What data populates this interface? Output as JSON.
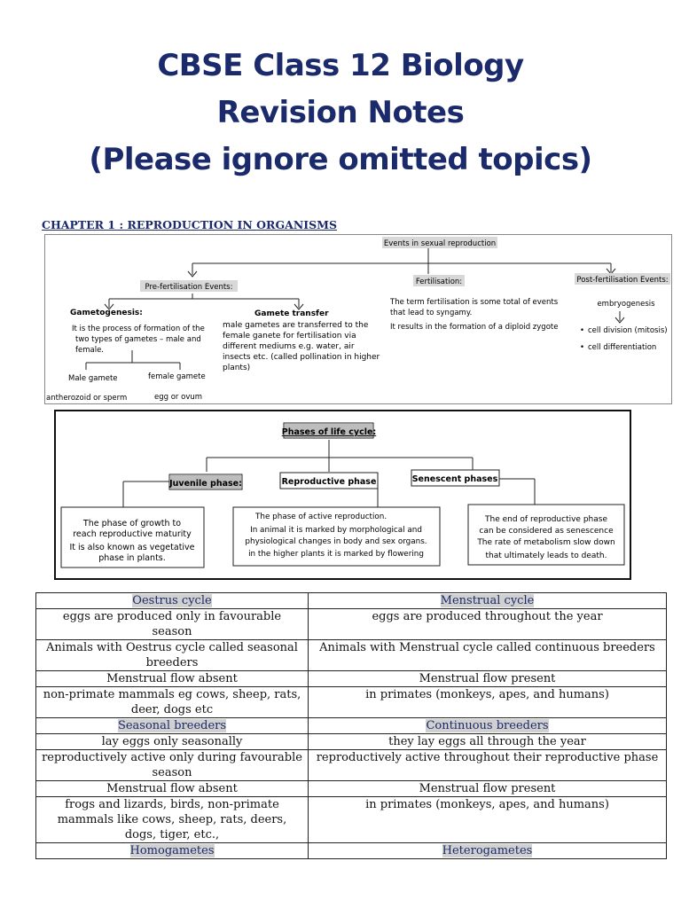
{
  "title": {
    "line1": "CBSE Class 12 Biology",
    "line2": "Revision Notes",
    "line3": "(Please ignore omitted topics)"
  },
  "chapter_heading": "CHAPTER 1 : REPRODUCTION IN ORGANISMS",
  "diagram1": {
    "root": "Events in sexual reproduction",
    "pre": {
      "label": "Pre-fertilisation Events:",
      "gametogenesis": {
        "label": "Gametogenesis:",
        "desc": [
          "It is the process of formation of the",
          "two types of gametes – male and",
          "female."
        ],
        "male": "Male gamete",
        "female": "female gamete",
        "male_sub": "antherozoid or sperm",
        "female_sub": "egg or ovum"
      },
      "transfer": {
        "label": "Gamete transfer",
        "desc": [
          "male gametes are transferred to the",
          "female ganete for fertilisation via",
          "different mediums e.g. water, air",
          "insects etc. (called pollination in higher",
          "plants)"
        ]
      }
    },
    "fert": {
      "label": "Fertilisation:",
      "desc": [
        "The term fertilisation is some total of events",
        "that lead to syngamy.",
        "It results in the formation of a diploid zygote"
      ]
    },
    "post": {
      "label": "Post-fertilisation Events:",
      "embryo": "embryogenesis",
      "items": [
        "cell division (mitosis)",
        "cell differentiation"
      ]
    }
  },
  "diagram2": {
    "root": "Phases of life cycle:",
    "juvenile": {
      "label": "Juvenile phase:",
      "desc": [
        "The phase of growth to",
        "reach reproductive maturity",
        "It is also known as vegetative",
        "phase in plants."
      ]
    },
    "reproductive": {
      "label": "Reproductive phase",
      "desc": [
        "The phase of active reproduction.",
        "In animal it is marked by morphological and",
        "physiological changes in body and sex organs.",
        "in the higher plants it is marked by flowering"
      ]
    },
    "senescent": {
      "label": "Senescent phases",
      "desc": [
        "The end of reproductive phase",
        "can be considered as senescence",
        "The rate of metabolism slow down",
        "that ultimately leads to death."
      ]
    }
  },
  "table": {
    "rows": [
      {
        "left": "Oestrus cycle",
        "right": "Menstrual cycle",
        "header": true
      },
      {
        "left": "eggs are produced only in favourable season",
        "right": "eggs are produced throughout the year"
      },
      {
        "left": "Animals with Oestrus cycle called seasonal breeders",
        "right": "Animals with Menstrual cycle called continuous breeders"
      },
      {
        "left": "Menstrual flow absent",
        "right": "Menstrual flow present"
      },
      {
        "left": "non-primate mammals eg cows, sheep, rats, deer, dogs etc",
        "right": "in primates (monkeys, apes, and humans)"
      },
      {
        "left": "Seasonal breeders",
        "right": "Continuous breeders",
        "header": true
      },
      {
        "left": "lay eggs only seasonally",
        "right": "they lay eggs all through the year"
      },
      {
        "left": "reproductively active only during favourable season",
        "right": "reproductively active throughout their reproductive phase"
      },
      {
        "left": "Menstrual flow absent",
        "right": "Menstrual flow present"
      },
      {
        "left": "frogs and lizards, birds, non-primate mammals like cows, sheep, rats, deers, dogs, tiger, etc.,",
        "right": "in primates (monkeys, apes, and humans)"
      },
      {
        "left": "Homogametes",
        "right": "Heterogametes",
        "header": true
      }
    ]
  }
}
